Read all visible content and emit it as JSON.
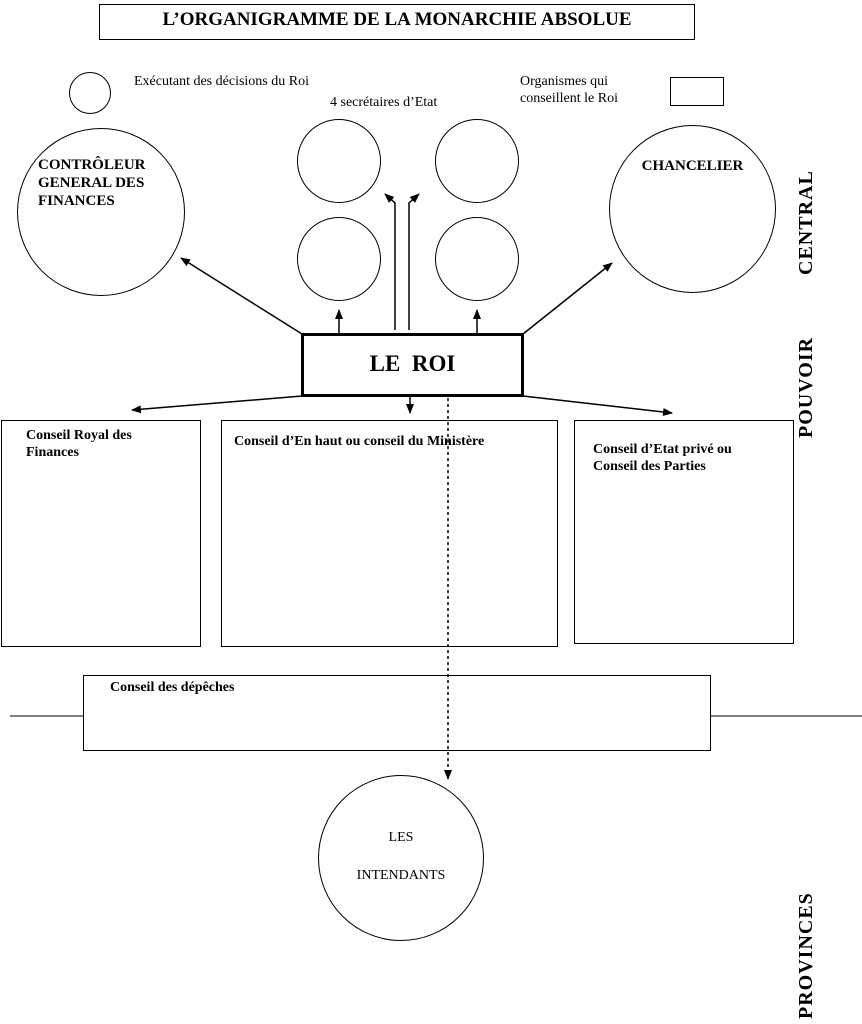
{
  "title": "L’ORGANIGRAMME DE LA MONARCHIE ABSOLUE",
  "legend": {
    "circle_text": "Exécutant des décisions du Roi",
    "box_text": "Organismes qui conseillent le Roi"
  },
  "secretaires_label": "4 secrétaires d’Etat",
  "controleur": "CONTRÔLEUR GENERAL DES FINANCES",
  "chancelier": "CHANCELIER",
  "roi": "LE  ROI",
  "councils": {
    "finances": "Conseil Royal des Finances",
    "en_haut": "Conseil d’En haut ou conseil du Ministère",
    "prive": "Conseil d’Etat privé ou Conseil des Parties",
    "depeches": "Conseil des dépêches"
  },
  "intendants": {
    "line1": "LES",
    "line2": "INTENDANTS"
  },
  "side_labels": {
    "central": "CENTRAL",
    "pouvoir": "POUVOIR",
    "provinces": "PROVINCES"
  }
}
